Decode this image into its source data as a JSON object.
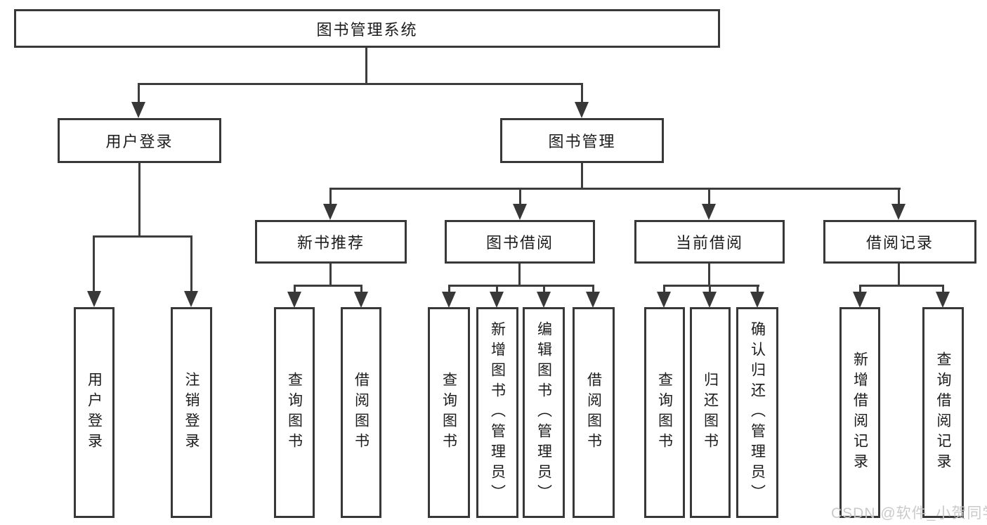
{
  "diagram": {
    "title": "图书管理系统",
    "type": "hierarchy-tree",
    "colors": {
      "background": "#ffffff",
      "line": "#3d3d3d",
      "border": "#383838",
      "text": "#1c1c1e",
      "watermark": "#c7c7c7"
    },
    "tree": {
      "label": "图书管理系统",
      "children": [
        {
          "label": "用户登录",
          "children": [
            {
              "label": "用户登录"
            },
            {
              "label": "注销登录"
            }
          ]
        },
        {
          "label": "图书管理",
          "children": [
            {
              "label": "新书推荐",
              "children": [
                {
                  "label": "查询图书"
                },
                {
                  "label": "借阅图书"
                }
              ]
            },
            {
              "label": "图书借阅",
              "children": [
                {
                  "label": "查询图书"
                },
                {
                  "label": "新增图书（管理员）"
                },
                {
                  "label": "编辑图书（管理员）"
                },
                {
                  "label": "借阅图书"
                }
              ]
            },
            {
              "label": "当前借阅",
              "children": [
                {
                  "label": "查询图书"
                },
                {
                  "label": "归还图书"
                },
                {
                  "label": "确认归还（管理员）"
                }
              ]
            },
            {
              "label": "借阅记录",
              "children": [
                {
                  "label": "新增借阅记录"
                },
                {
                  "label": "查询借阅记录"
                }
              ]
            }
          ]
        }
      ]
    },
    "watermark": {
      "text": "CSDN @软件_小贺同学"
    }
  }
}
